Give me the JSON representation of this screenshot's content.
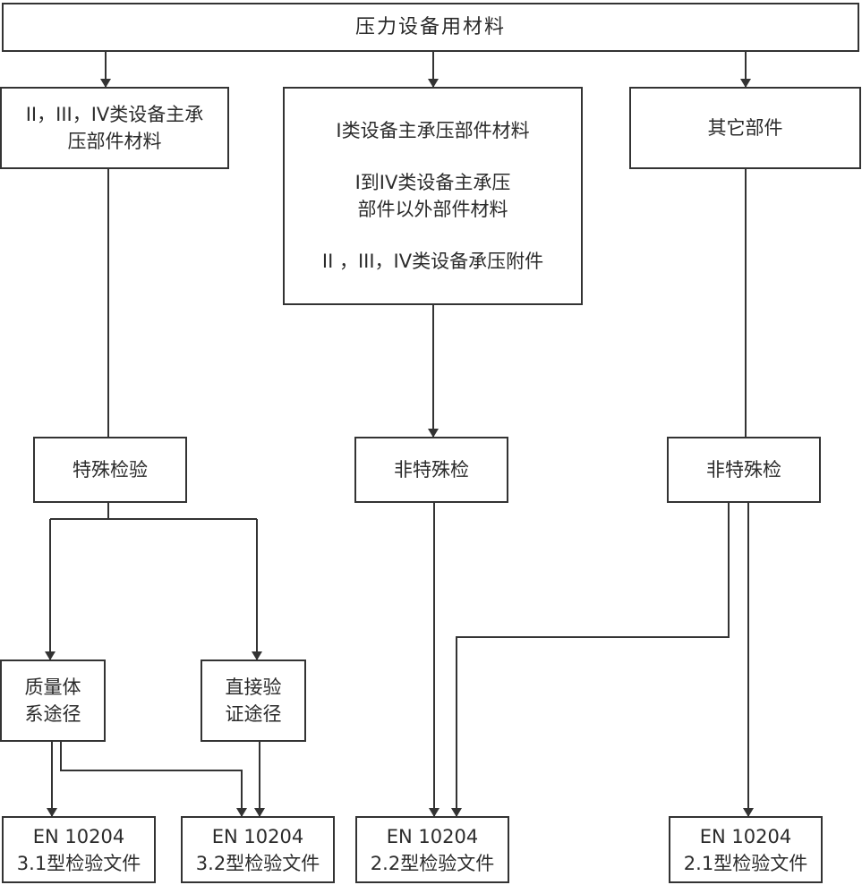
{
  "colors": {
    "line": "#333333",
    "text": "#2b2b2b",
    "background": "#ffffff"
  },
  "nodes": {
    "root": "压力设备用材料",
    "left_top": {
      "line1": "II，III，IV类设备主承",
      "line2": "压部件材料"
    },
    "middle_top": {
      "line1": "I类设备主承压部件材料",
      "line2": "I到IV类设备主承压",
      "line3": "部件以外部件材料",
      "line4": "II ，III，IV类设备承压附件"
    },
    "right_top": "其它部件",
    "special_inspection": "特殊检验",
    "non_special_middle": "非特殊检",
    "non_special_right": "非特殊检",
    "quality_system": {
      "line1": "质量体",
      "line2": "系途径"
    },
    "direct_verification": {
      "line1": "直接验",
      "line2": "证途径"
    },
    "doc_3_1": {
      "line1": "EN 10204",
      "line2": "3.1型检验文件"
    },
    "doc_3_2": {
      "line1": "EN 10204",
      "line2": "3.2型检验文件"
    },
    "doc_2_2": {
      "line1": "EN 10204",
      "line2": "2.2型检验文件"
    },
    "doc_2_1": {
      "line1": "EN 10204",
      "line2": "2.1型检验文件"
    }
  }
}
